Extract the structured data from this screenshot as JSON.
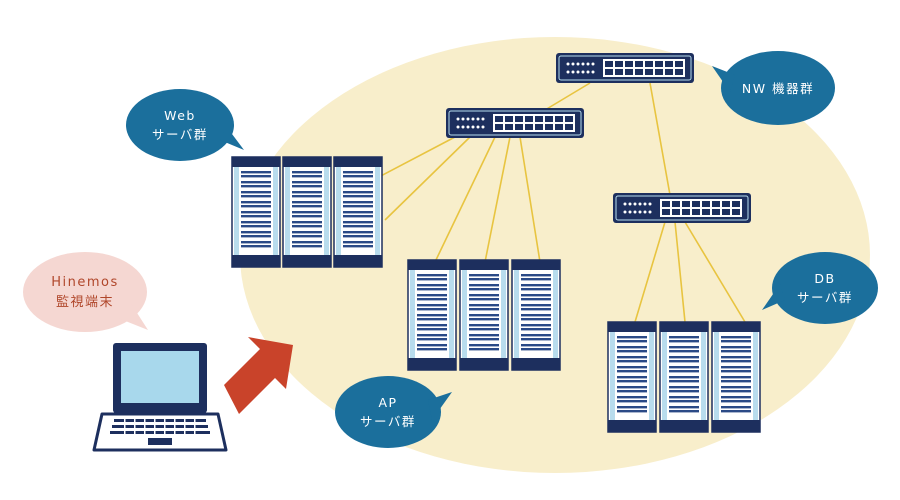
{
  "colors": {
    "ellipse": "#f8eecb",
    "navy": "#1d2f5e",
    "rack_light": "#b8dced",
    "line": "#e8c440",
    "bubble_blue": "#1b6f9c",
    "bubble_pink": "#f5d7d2",
    "arrow": "#c9432a",
    "screen": "#a8d8ec"
  },
  "bubbles": {
    "web": {
      "line1": "Web",
      "line2": "サーバ群"
    },
    "nw": {
      "line1": "NW 機器群"
    },
    "db": {
      "line1": "DB",
      "line2": "サーバ群"
    },
    "ap": {
      "line1": "AP",
      "line2": "サーバ群"
    },
    "hinemos": {
      "line1": "Hinemos",
      "line2": "監視端末"
    }
  },
  "icons": {
    "switch": "network-switch-icon",
    "rack": "server-rack-icon",
    "laptop": "laptop-icon",
    "arrow": "arrow-icon"
  }
}
